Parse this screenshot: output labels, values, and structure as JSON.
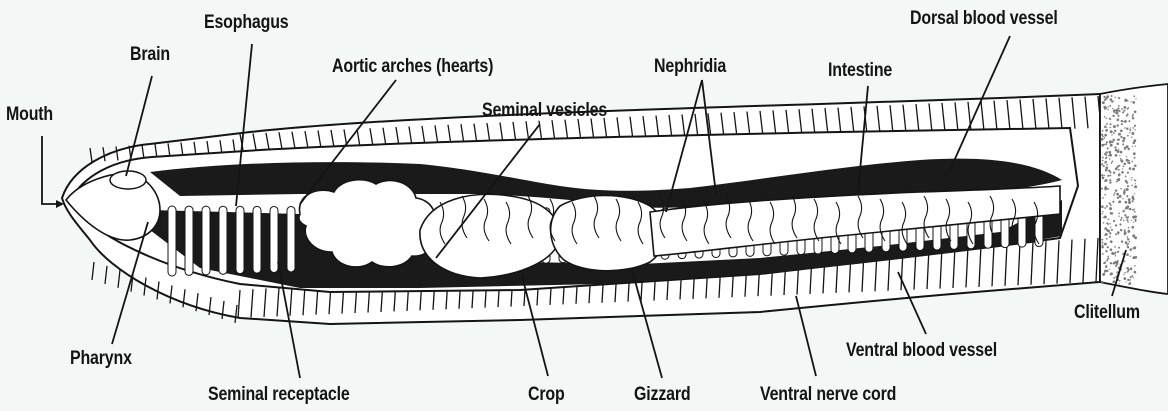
{
  "labels": {
    "mouth": "Mouth",
    "brain": "Brain",
    "esophagus": "Esophagus",
    "aortic_arches": "Aortic arches (hearts)",
    "seminal_vesicles": "Seminal vesicles",
    "nephridia": "Nephridia",
    "intestine": "Intestine",
    "dorsal_blood_vessel": "Dorsal blood vessel",
    "clitellum": "Clitellum",
    "pharynx": "Pharynx",
    "seminal_receptacle": "Seminal receptacle",
    "crop": "Crop",
    "gizzard": "Gizzard",
    "ventral_nerve_cord": "Ventral nerve cord",
    "ventral_blood_vessel": "Ventral blood vessel"
  },
  "colors": {
    "background": "#f3f8f6",
    "ink": "#141414",
    "body_fill": "#ffffff",
    "dark_cavity": "#1a1a1a",
    "clitellum_stipple": "#8a8a8a"
  }
}
